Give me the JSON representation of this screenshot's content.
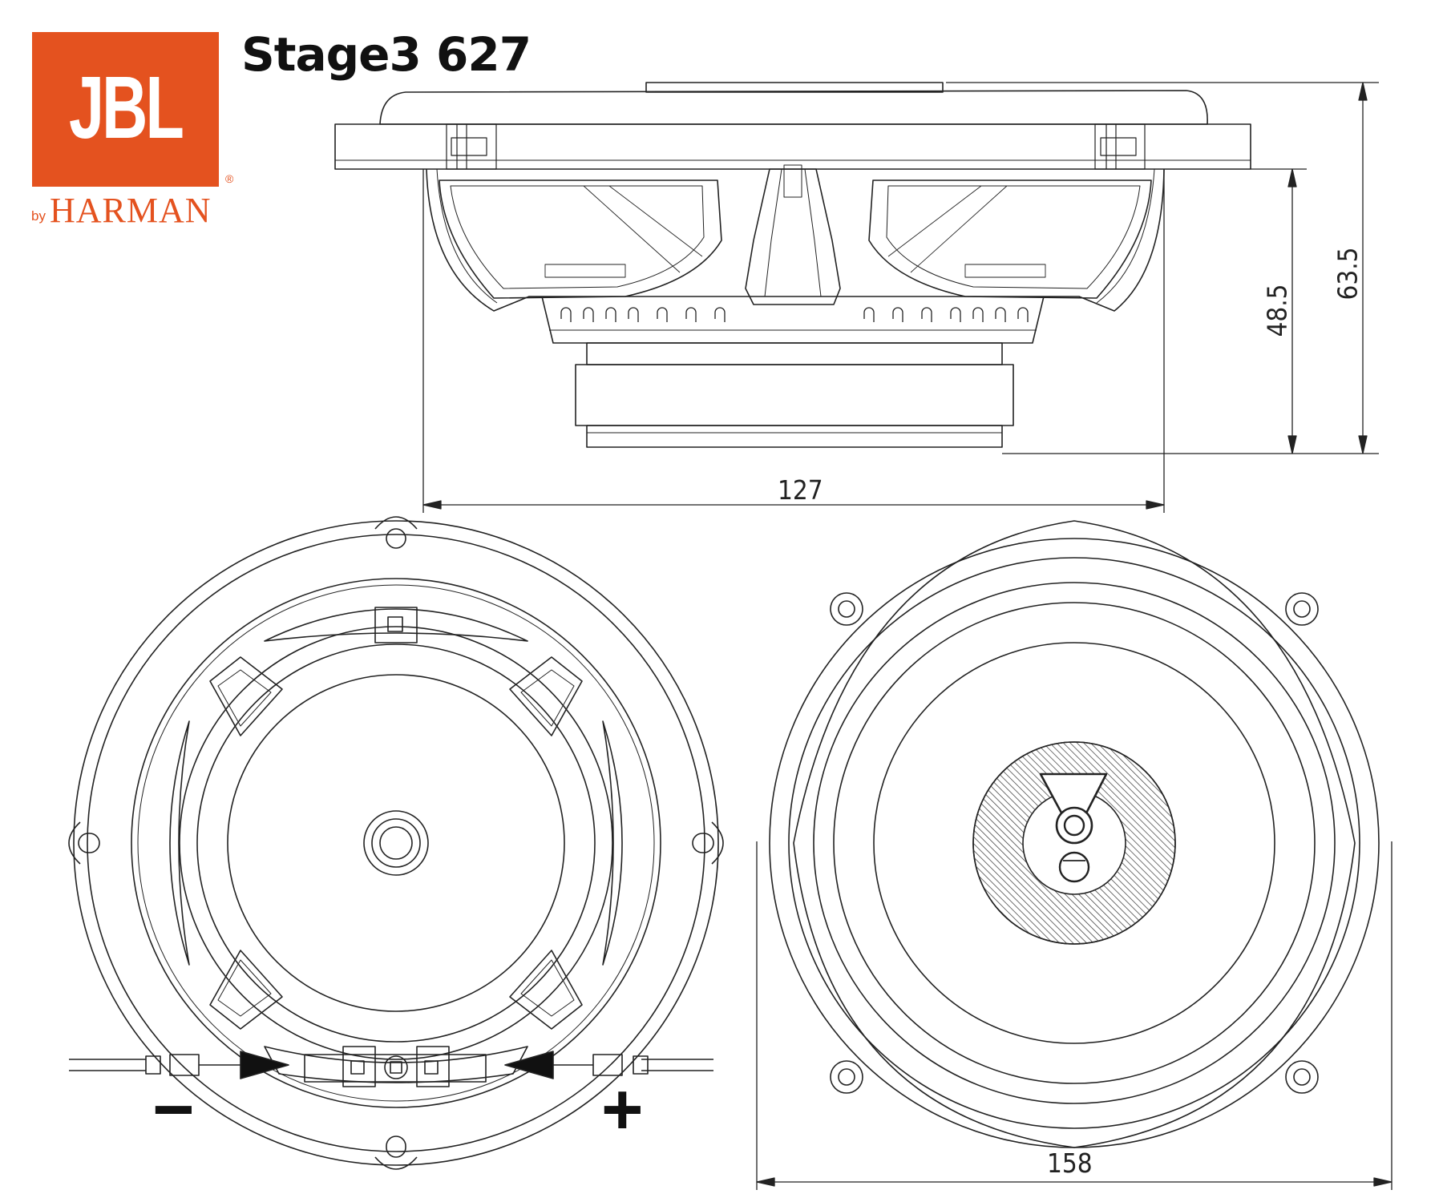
{
  "brand": {
    "logo_text": "JBL",
    "by_text": "by",
    "harman_text": "HARMAN",
    "registered_mark": "®",
    "color": "#e4521f"
  },
  "title": "Stage3 627",
  "dimensions": {
    "width_side": "127",
    "height_total": "63.5",
    "mount_depth": "48.5",
    "outer_diameter": "158"
  },
  "polarity": {
    "negative": "−",
    "positive": "+"
  },
  "views": [
    "side-profile",
    "rear-view",
    "front-view"
  ]
}
